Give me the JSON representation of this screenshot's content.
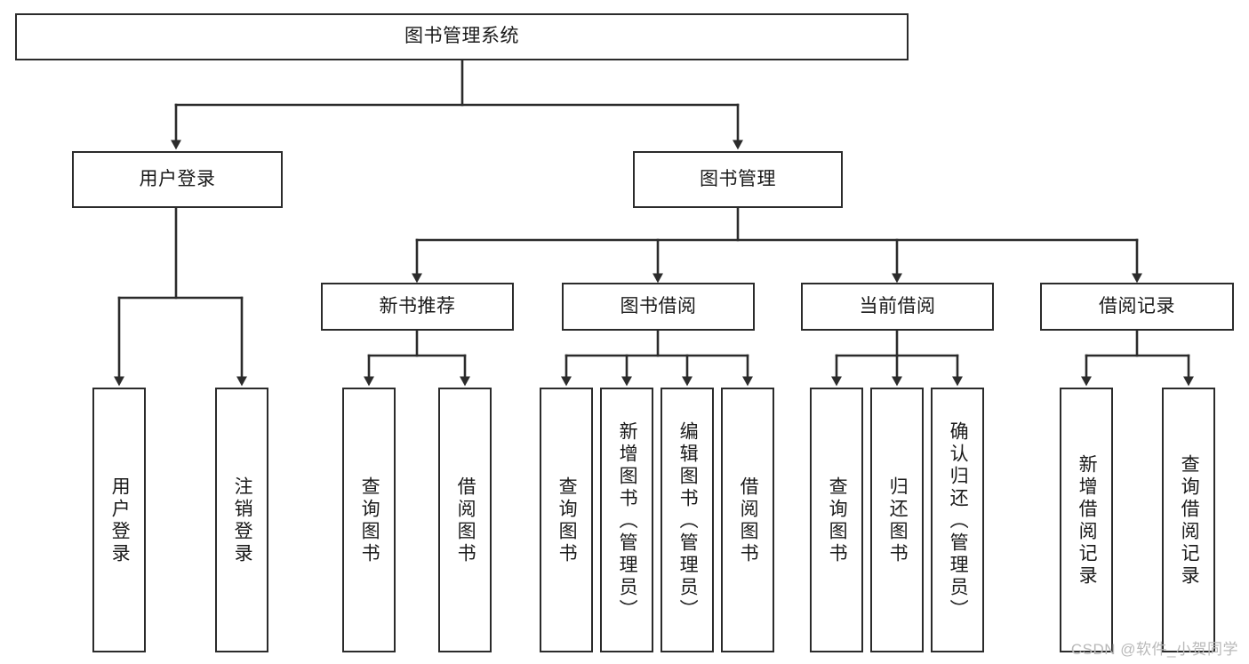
{
  "diagram": {
    "title_node": {
      "label": "图书管理系统"
    },
    "level2": [
      {
        "id": "user-login",
        "label": "用户登录"
      },
      {
        "id": "book-manage",
        "label": "图书管理"
      }
    ],
    "level3": [
      {
        "id": "new-book-recommend",
        "label": "新书推荐"
      },
      {
        "id": "book-borrow",
        "label": "图书借阅"
      },
      {
        "id": "current-borrow",
        "label": "当前借阅"
      },
      {
        "id": "borrow-record",
        "label": "借阅记录"
      }
    ],
    "leaves": [
      {
        "id": "leaf-user-login",
        "label": "用户登录"
      },
      {
        "id": "leaf-logout-login",
        "label": "注销登录"
      },
      {
        "id": "leaf-query-book-1",
        "label": "查询图书"
      },
      {
        "id": "leaf-borrow-book-1",
        "label": "借阅图书"
      },
      {
        "id": "leaf-query-book-2",
        "label": "查询图书"
      },
      {
        "id": "leaf-add-book",
        "label": "新增图书（管理员）"
      },
      {
        "id": "leaf-edit-book",
        "label": "编辑图书（管理员）"
      },
      {
        "id": "leaf-borrow-book-2",
        "label": "借阅图书"
      },
      {
        "id": "leaf-query-book-3",
        "label": "查询图书"
      },
      {
        "id": "leaf-return-book",
        "label": "归还图书"
      },
      {
        "id": "leaf-confirm-return",
        "label": "确认归还（管理员）"
      },
      {
        "id": "leaf-add-borrow-record",
        "label": "新增借阅记录"
      },
      {
        "id": "leaf-query-borrow-record",
        "label": "查询借阅记录"
      }
    ],
    "watermark": "CSDN @软件_小贺同学",
    "colors": {
      "line": "#2b2b2b",
      "box_border": "#2b2b2b",
      "box_fill": "#ffffff",
      "text": "#1a1a1a",
      "watermark": "#b9b9b9",
      "background": "#ffffff"
    }
  }
}
